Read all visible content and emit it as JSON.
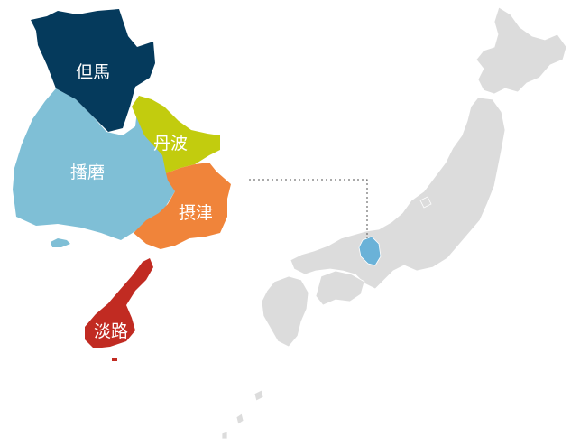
{
  "map": {
    "regions": [
      {
        "key": "tajima",
        "label": "但馬",
        "color": "#053a5c"
      },
      {
        "key": "harima",
        "label": "播磨",
        "color": "#7fbfd6"
      },
      {
        "key": "tamba",
        "label": "丹波",
        "color": "#c2cc0e"
      },
      {
        "key": "settsu",
        "label": "摂津",
        "color": "#f0843a"
      },
      {
        "key": "awaji",
        "label": "淡路",
        "color": "#c12b22"
      }
    ],
    "japan_color": "#dcdcdc",
    "highlight_prefecture_color": "#6ab2d8",
    "connector_style": "dotted"
  }
}
